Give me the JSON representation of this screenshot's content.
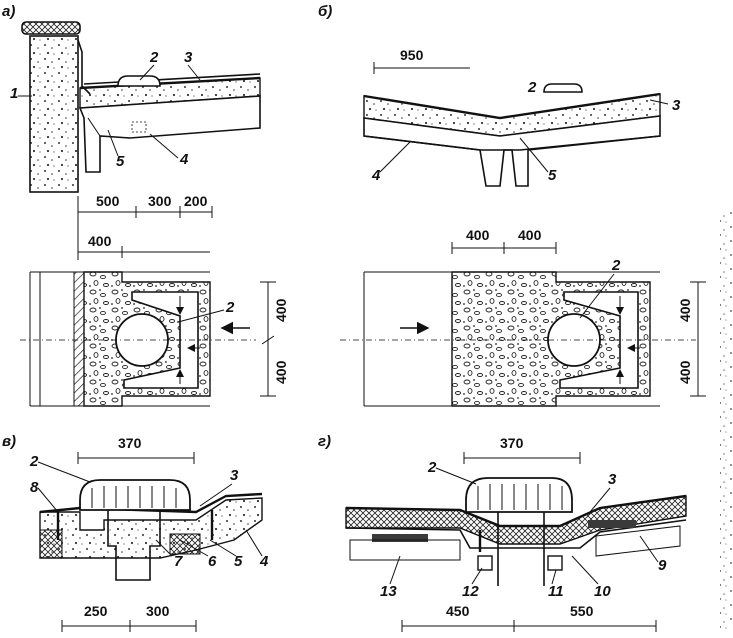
{
  "panels": {
    "a": {
      "label": "а)"
    },
    "b": {
      "label": "б)"
    },
    "v": {
      "label": "в)"
    },
    "g": {
      "label": "г)"
    }
  },
  "callouts": {
    "a": [
      "1",
      "2",
      "3",
      "4",
      "5"
    ],
    "b": [
      "2",
      "3",
      "4",
      "5"
    ],
    "plan_a": [
      "2"
    ],
    "plan_b": [
      "2"
    ],
    "v": [
      "2",
      "3",
      "4",
      "5",
      "6",
      "7",
      "8"
    ],
    "g": [
      "2",
      "3",
      "9",
      "10",
      "11",
      "12",
      "13"
    ]
  },
  "dimensions": {
    "a_top": [
      "500",
      "300",
      "200"
    ],
    "a_mid": "400",
    "b_top": "950",
    "b_plan_top": [
      "400",
      "400"
    ],
    "a_plan_side": [
      "400",
      "400"
    ],
    "b_plan_side": [
      "400",
      "400"
    ],
    "v_top": "370",
    "v_bottom": [
      "250",
      "300"
    ],
    "g_top": "370",
    "g_bottom": [
      "450",
      "550"
    ]
  },
  "colors": {
    "ink": "#111111",
    "fill_light": "#d9d9d9",
    "fill_dark": "#3a3a3a"
  }
}
